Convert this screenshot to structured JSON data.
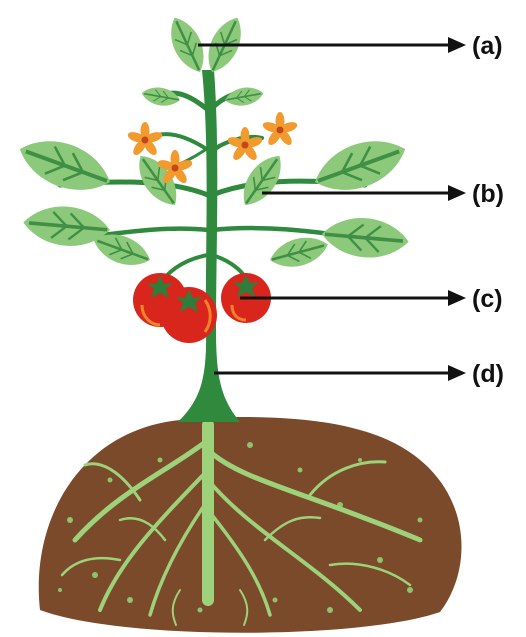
{
  "diagram": {
    "labels": [
      {
        "key": "top_leaves",
        "text": "(a)"
      },
      {
        "key": "leaves",
        "text": "(b)"
      },
      {
        "key": "fruit",
        "text": "(c)"
      },
      {
        "key": "stem",
        "text": "(d)"
      }
    ]
  },
  "colors": {
    "stem": "#2f8a3e",
    "leaf": "#8cc97a",
    "leaf_vein": "#3f8f45",
    "flower": "#f29a2e",
    "flower_center": "#c2471b",
    "tomato": "#d9261c",
    "tomato_highlight": "#f0832a",
    "sepal": "#2f7d3a",
    "soil": "#7a4a2a",
    "root": "#9ed27a",
    "arrow": "#111111"
  }
}
